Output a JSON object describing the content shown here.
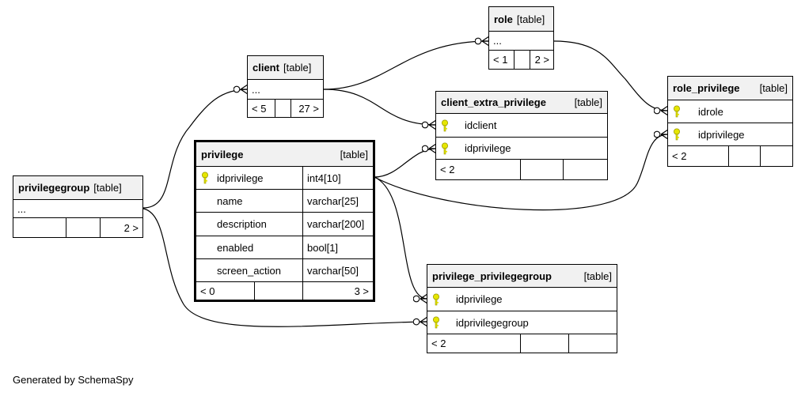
{
  "tables": {
    "role": {
      "name": "role",
      "tag": "[table]",
      "columns": [
        "..."
      ],
      "footer": [
        "< 1",
        "",
        "2 >"
      ]
    },
    "client": {
      "name": "client",
      "tag": "[table]",
      "columns": [
        "..."
      ],
      "footer": [
        "< 5",
        "",
        "27 >"
      ]
    },
    "client_extra_privilege": {
      "name": "client_extra_privilege",
      "tag": "[table]",
      "columns": [
        {
          "name": "idclient",
          "key": true
        },
        {
          "name": "idprivilege",
          "key": true
        }
      ],
      "footer": [
        "< 2",
        "",
        ""
      ]
    },
    "role_privilege": {
      "name": "role_privilege",
      "tag": "[table]",
      "columns": [
        {
          "name": "idrole",
          "key": true
        },
        {
          "name": "idprivilege",
          "key": true
        }
      ],
      "footer": [
        "< 2",
        "",
        ""
      ]
    },
    "privilegegroup": {
      "name": "privilegegroup",
      "tag": "[table]",
      "columns": [
        "..."
      ],
      "footer": [
        "",
        "",
        "2 >"
      ]
    },
    "privilege": {
      "name": "privilege",
      "tag": "[table]",
      "columns": [
        {
          "name": "idprivilege",
          "type": "int4[10]",
          "key": true
        },
        {
          "name": "name",
          "type": "varchar[25]",
          "key": false
        },
        {
          "name": "description",
          "type": "varchar[200]",
          "key": false
        },
        {
          "name": "enabled",
          "type": "bool[1]",
          "key": false
        },
        {
          "name": "screen_action",
          "type": "varchar[50]",
          "key": false
        }
      ],
      "footer": [
        "< 0",
        "",
        "3 >"
      ]
    },
    "privilege_privilegegroup": {
      "name": "privilege_privilegegroup",
      "tag": "[table]",
      "columns": [
        {
          "name": "idprivilege",
          "key": true
        },
        {
          "name": "idprivilegegroup",
          "key": true
        }
      ],
      "footer": [
        "< 2",
        "",
        ""
      ]
    }
  },
  "credit": "Generated by SchemaSpy",
  "colors": {
    "key_icon": "#e6e600",
    "header_bg": "#f1f1f1",
    "line": "#000000"
  }
}
